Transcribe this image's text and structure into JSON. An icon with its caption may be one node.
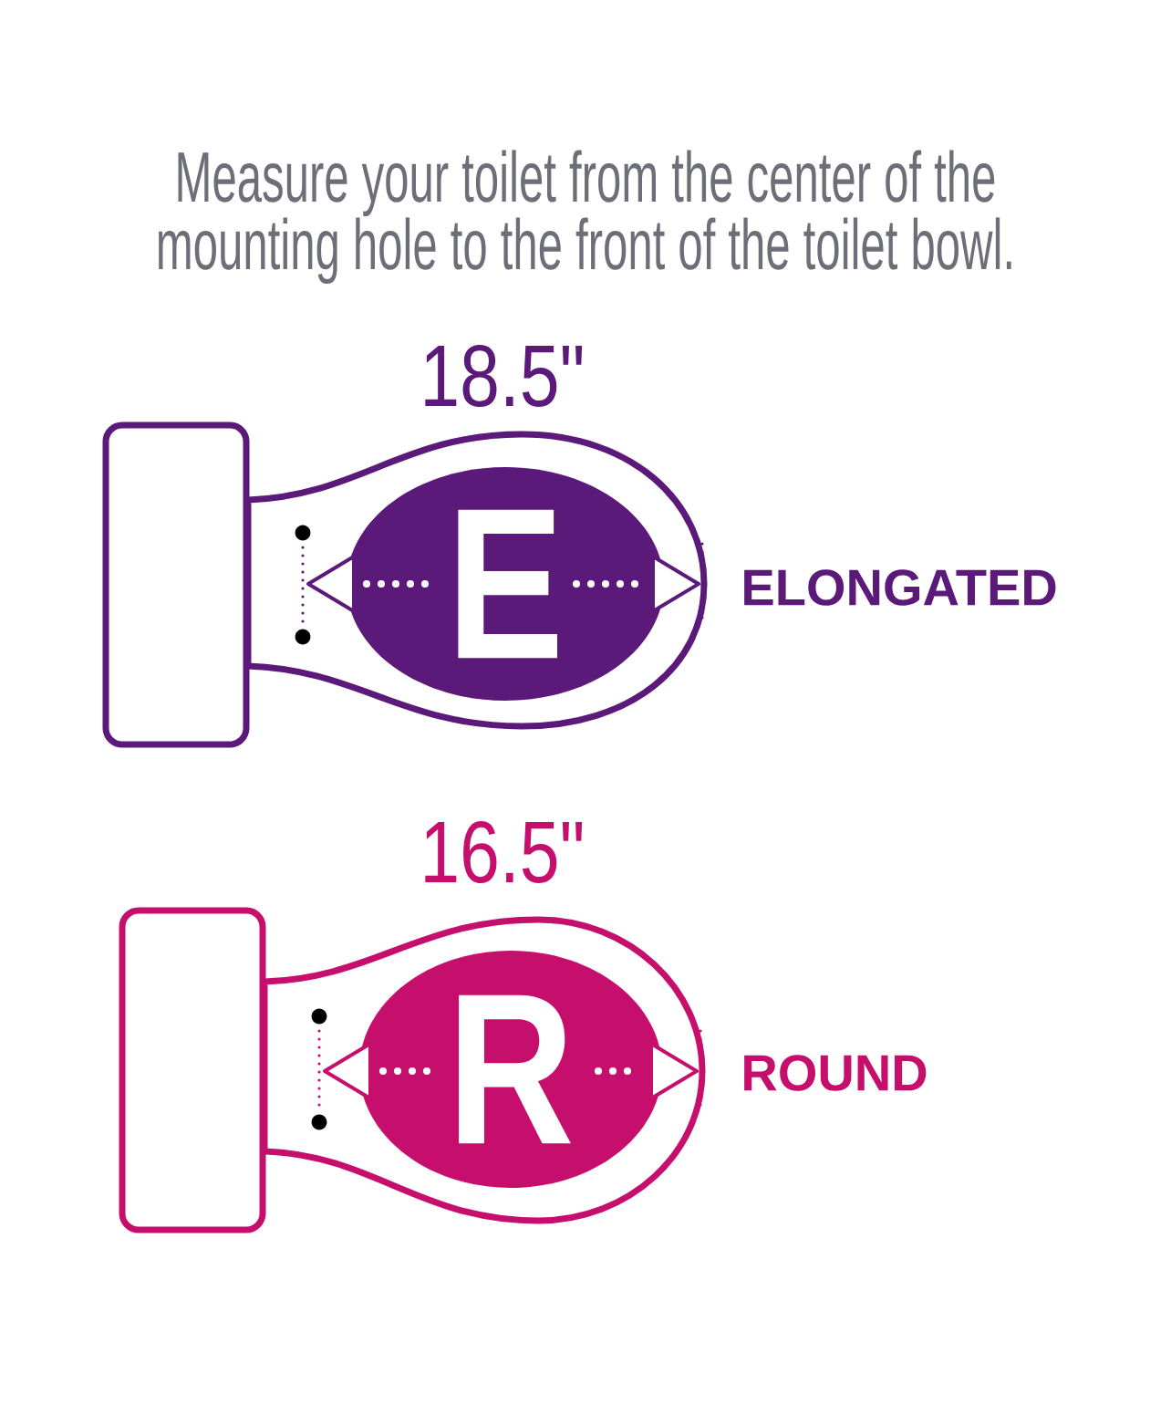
{
  "diagram": {
    "title": "Measure your toilet from the center of the mounting hole to the front of the toilet bowl.",
    "nodes": [
      {
        "text": [
          "E"
        ],
        "beside": [
          "18.5\"",
          "ELONGATED"
        ]
      },
      {
        "text": [
          "R"
        ],
        "beside": [
          "16.5\"",
          "ROUND"
        ]
      }
    ]
  }
}
